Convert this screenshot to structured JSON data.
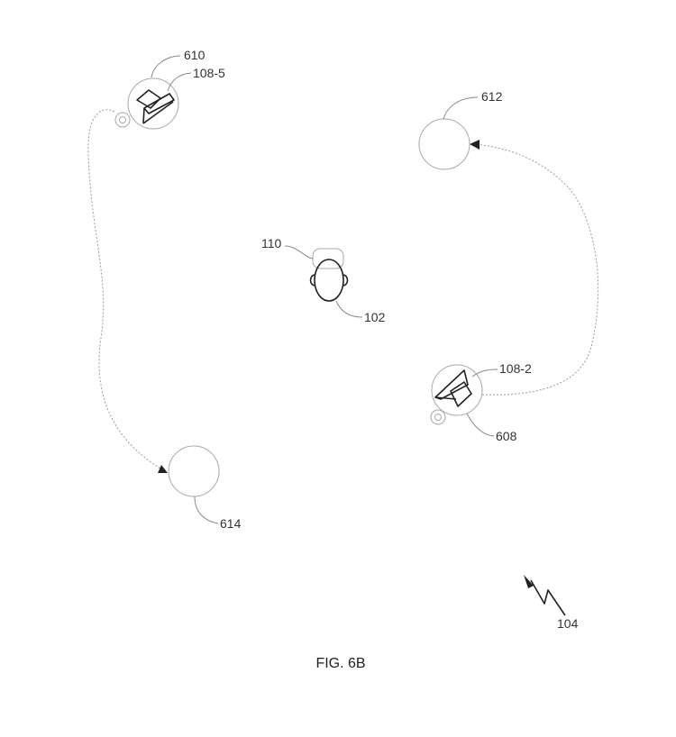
{
  "labels": {
    "ref_610": "610",
    "ref_108_5": "108-5",
    "ref_612": "612",
    "ref_110": "110",
    "ref_102": "102",
    "ref_108_2": "108-2",
    "ref_608": "608",
    "ref_614": "614",
    "ref_104": "104"
  },
  "caption": "FIG. 6B",
  "icons": {
    "speaker": "speaker-icon",
    "microphone": "microphone-icon",
    "head": "listener-head-icon",
    "arrow": "arrowhead-icon",
    "figure_ref": "lightning-arrow-icon"
  },
  "colors": {
    "line_dark": "#222222",
    "line_faint": "#a8a8a8",
    "text": "#333333"
  }
}
